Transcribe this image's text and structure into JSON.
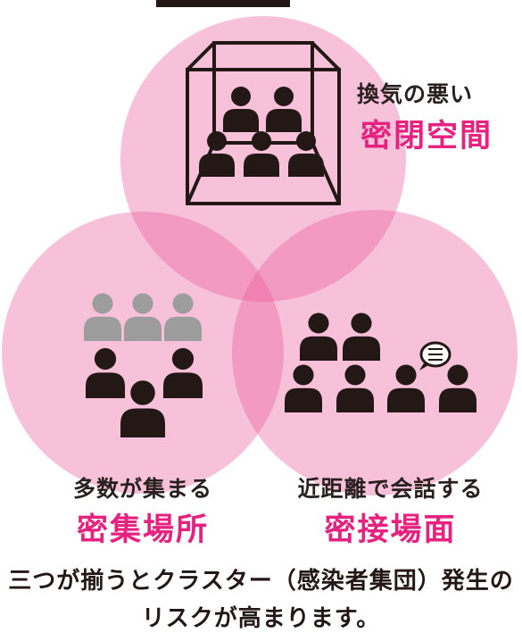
{
  "colors": {
    "circle_fill": "#ea5d9b",
    "accent": "#e6217f",
    "figure": "#231816",
    "figure_gray": "#9d9d9d",
    "box_line": "#231816"
  },
  "circles": {
    "top": {
      "sub": "換気の悪い",
      "main": "密閉空間",
      "icon": "people-in-box-icon"
    },
    "left": {
      "sub": "多数が集まる",
      "main": "密集場所",
      "icon": "crowd-icon"
    },
    "right": {
      "sub": "近距離で会話する",
      "main": "密接場面",
      "icon": "conversation-group-icon"
    }
  },
  "caption": {
    "line1": "三つが揃うとクラスター（感染者集団）発生の",
    "line2": "リスクが高まります。"
  }
}
